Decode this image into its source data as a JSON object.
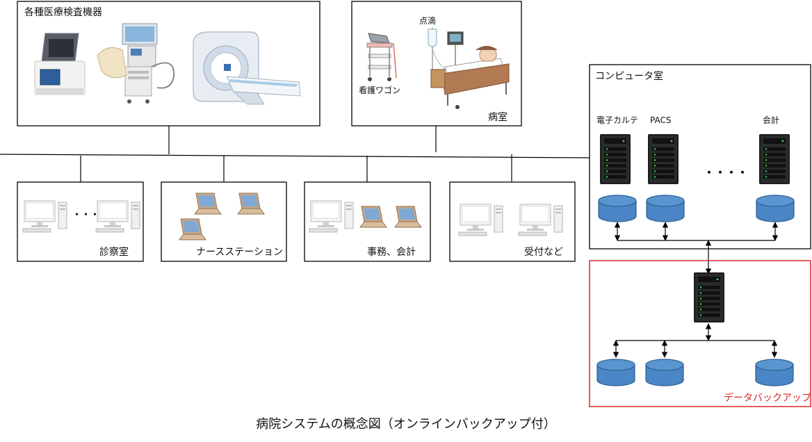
{
  "caption": "病院システムの概念図（オンラインバックアップ付）",
  "boxes": {
    "equipment": {
      "title": "各種医療検査機器"
    },
    "ward": {
      "title": "病室",
      "cart_label": "看護ワゴン",
      "drip_label": "点滴"
    },
    "computer_room": {
      "title": "コンピュータ室",
      "servers": [
        "電子カルテ",
        "PACS",
        "会計"
      ],
      "ellipsis": "・・・・"
    },
    "backup": {
      "title": "データバックアップ"
    },
    "exam_room": {
      "title": "診察室",
      "ellipsis": "・・・・"
    },
    "nurse_station": {
      "title": "ナースステーション"
    },
    "office": {
      "title": "事務、会計"
    },
    "reception": {
      "title": "受付など"
    }
  },
  "colors": {
    "disk_fill": "#4a86c5",
    "disk_stroke": "#2a5f96",
    "backup_border": "#d8262a",
    "server_body": "#1c1c1c",
    "line": "#000000"
  }
}
